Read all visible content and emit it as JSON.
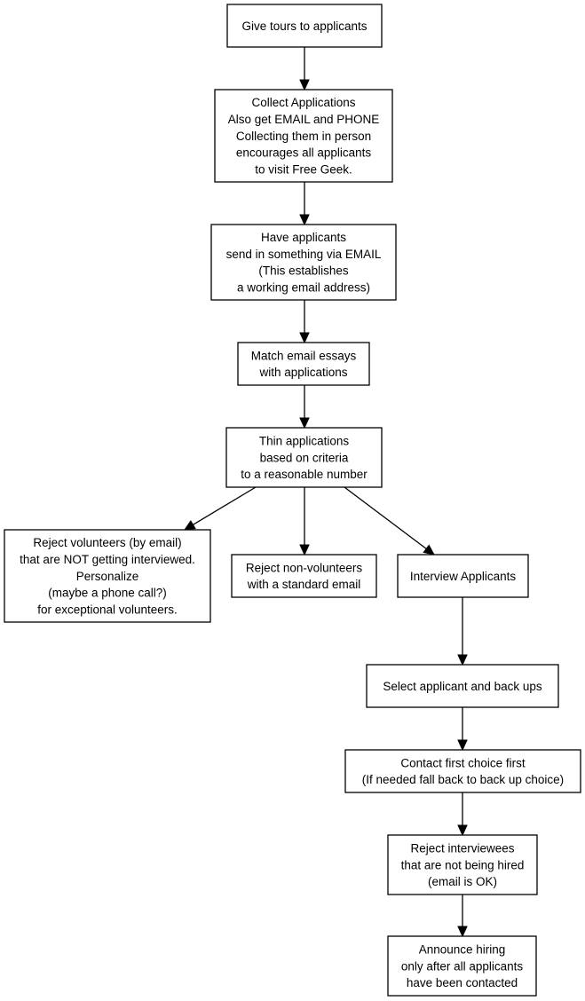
{
  "nodes": [
    {
      "id": "give-tours",
      "lines": [
        "Give tours to applicants"
      ]
    },
    {
      "id": "collect-applications",
      "lines": [
        "Collect Applications",
        "Also get EMAIL and PHONE",
        "Collecting them in person",
        "encourages all applicants",
        "to visit Free Geek."
      ]
    },
    {
      "id": "email-submission",
      "lines": [
        "Have applicants",
        "send in something via EMAIL",
        "(This establishes",
        "a working email address)"
      ]
    },
    {
      "id": "match-essays",
      "lines": [
        "Match email essays",
        "with applications"
      ]
    },
    {
      "id": "thin-applications",
      "lines": [
        "Thin applications",
        "based on criteria",
        "to a reasonable number"
      ]
    },
    {
      "id": "reject-volunteers",
      "lines": [
        "Reject volunteers (by email)",
        "that are NOT getting interviewed.",
        "Personalize",
        "(maybe a phone call?)",
        "for exceptional volunteers."
      ]
    },
    {
      "id": "reject-non-volunteers",
      "lines": [
        "Reject non-volunteers",
        "with a standard email"
      ]
    },
    {
      "id": "interview-applicants",
      "lines": [
        "Interview Applicants"
      ]
    },
    {
      "id": "select-applicant",
      "lines": [
        "Select applicant and back ups"
      ]
    },
    {
      "id": "contact-first-choice",
      "lines": [
        "Contact first choice first",
        "(If needed fall back to back up choice)"
      ]
    },
    {
      "id": "reject-interviewees",
      "lines": [
        "Reject interviewees",
        "that are not being hired",
        "(email is OK)"
      ]
    },
    {
      "id": "announce-hiring",
      "lines": [
        "Announce hiring",
        "only after all applicants",
        "have been contacted"
      ]
    }
  ],
  "edges": [
    {
      "from": "give-tours",
      "to": "collect-applications"
    },
    {
      "from": "collect-applications",
      "to": "email-submission"
    },
    {
      "from": "email-submission",
      "to": "match-essays"
    },
    {
      "from": "match-essays",
      "to": "thin-applications"
    },
    {
      "from": "thin-applications",
      "to": "reject-volunteers"
    },
    {
      "from": "thin-applications",
      "to": "reject-non-volunteers"
    },
    {
      "from": "thin-applications",
      "to": "interview-applicants"
    },
    {
      "from": "interview-applicants",
      "to": "select-applicant"
    },
    {
      "from": "select-applicant",
      "to": "contact-first-choice"
    },
    {
      "from": "contact-first-choice",
      "to": "reject-interviewees"
    },
    {
      "from": "reject-interviewees",
      "to": "announce-hiring"
    }
  ]
}
